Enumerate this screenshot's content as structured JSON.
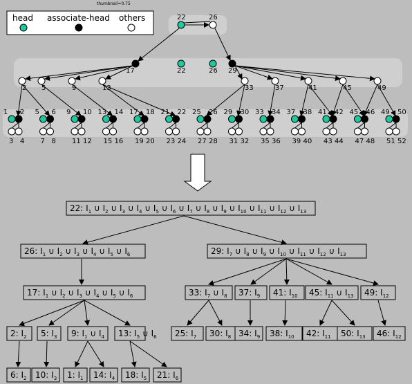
{
  "caption": "thumbnail=0.75",
  "legend": {
    "items": [
      {
        "label": "head",
        "fill": "#1fc8a0"
      },
      {
        "label": "associate-head",
        "fill": "#000000"
      },
      {
        "label": "others",
        "fill": "#ffffff"
      }
    ]
  },
  "colors": {
    "background": "#bdbdbd",
    "cluster": "#cfcfcf",
    "head": "#1fc8a0",
    "associate_head": "#000000",
    "other": "#ffffff",
    "box_border": "#000000"
  },
  "graph": {
    "top_nodes": [
      "22",
      "26"
    ],
    "level1": [
      "17",
      "22",
      "26",
      "29"
    ],
    "level2": [
      "2",
      "5",
      "9",
      "13",
      "33",
      "37",
      "41",
      "45",
      "49"
    ],
    "groups": [
      {
        "labels": [
          "1",
          "2"
        ],
        "bottom": [
          "3",
          "4"
        ]
      },
      {
        "labels": [
          "5",
          "6"
        ],
        "bottom": [
          "7",
          "8"
        ]
      },
      {
        "labels": [
          "9",
          "10"
        ],
        "bottom": [
          "11",
          "12"
        ]
      },
      {
        "labels": [
          "13",
          "14"
        ],
        "bottom": [
          "15",
          "16"
        ]
      },
      {
        "labels": [
          "17",
          "18"
        ],
        "bottom": [
          "19",
          "20"
        ]
      },
      {
        "labels": [
          "21",
          "22"
        ],
        "bottom": [
          "23",
          "24"
        ]
      },
      {
        "labels": [
          "25",
          "26"
        ],
        "bottom": [
          "27",
          "28"
        ]
      },
      {
        "labels": [
          "29",
          "30"
        ],
        "bottom": [
          "31",
          "32"
        ]
      },
      {
        "labels": [
          "33",
          "34"
        ],
        "bottom": [
          "35",
          "36"
        ]
      },
      {
        "labels": [
          "37",
          "38"
        ],
        "bottom": [
          "39",
          "40"
        ]
      },
      {
        "labels": [
          "41",
          "42"
        ],
        "bottom": [
          "43",
          "44"
        ]
      },
      {
        "labels": [
          "45",
          "46"
        ],
        "bottom": [
          "47",
          "48"
        ]
      },
      {
        "labels": [
          "49",
          "50"
        ],
        "bottom": [
          "51",
          "52"
        ]
      }
    ]
  },
  "tree": {
    "root": {
      "id": "22",
      "sets": [
        "1",
        "2",
        "3",
        "4",
        "5",
        "6",
        "7",
        "8",
        "9",
        "10",
        "11",
        "12",
        "13"
      ]
    },
    "level1": [
      {
        "id": "26",
        "sets": [
          "1",
          "2",
          "3",
          "4",
          "5",
          "6"
        ]
      },
      {
        "id": "29",
        "sets": [
          "7",
          "8",
          "9",
          "10",
          "11",
          "12",
          "13"
        ]
      }
    ],
    "level2": [
      {
        "id": "17",
        "sets": [
          "1",
          "2",
          "3",
          "4",
          "5",
          "6"
        ]
      },
      {
        "id": "33",
        "sets": [
          "7",
          "8"
        ]
      },
      {
        "id": "37",
        "sets": [
          "9"
        ]
      },
      {
        "id": "41",
        "sets": [
          "10"
        ]
      },
      {
        "id": "45",
        "sets": [
          "11",
          "13"
        ]
      },
      {
        "id": "49",
        "sets": [
          "12"
        ]
      }
    ],
    "level3": [
      {
        "id": "2",
        "sets": [
          "2"
        ]
      },
      {
        "id": "5",
        "sets": [
          "3"
        ]
      },
      {
        "id": "9",
        "sets": [
          "1",
          "4"
        ]
      },
      {
        "id": "13",
        "sets": [
          "5",
          "6"
        ]
      },
      {
        "id": "25",
        "sets": [
          "7"
        ]
      },
      {
        "id": "30",
        "sets": [
          "8"
        ]
      },
      {
        "id": "34",
        "sets": [
          "9"
        ]
      },
      {
        "id": "38",
        "sets": [
          "10"
        ]
      },
      {
        "id": "42",
        "sets": [
          "11"
        ]
      },
      {
        "id": "50",
        "sets": [
          "13"
        ]
      },
      {
        "id": "46",
        "sets": [
          "12"
        ]
      }
    ],
    "level4": [
      {
        "id": "6",
        "sets": [
          "2"
        ]
      },
      {
        "id": "10",
        "sets": [
          "3"
        ]
      },
      {
        "id": "1",
        "sets": [
          "1"
        ]
      },
      {
        "id": "14",
        "sets": [
          "4"
        ]
      },
      {
        "id": "18",
        "sets": [
          "5"
        ]
      },
      {
        "id": "21",
        "sets": [
          "6"
        ]
      }
    ]
  }
}
